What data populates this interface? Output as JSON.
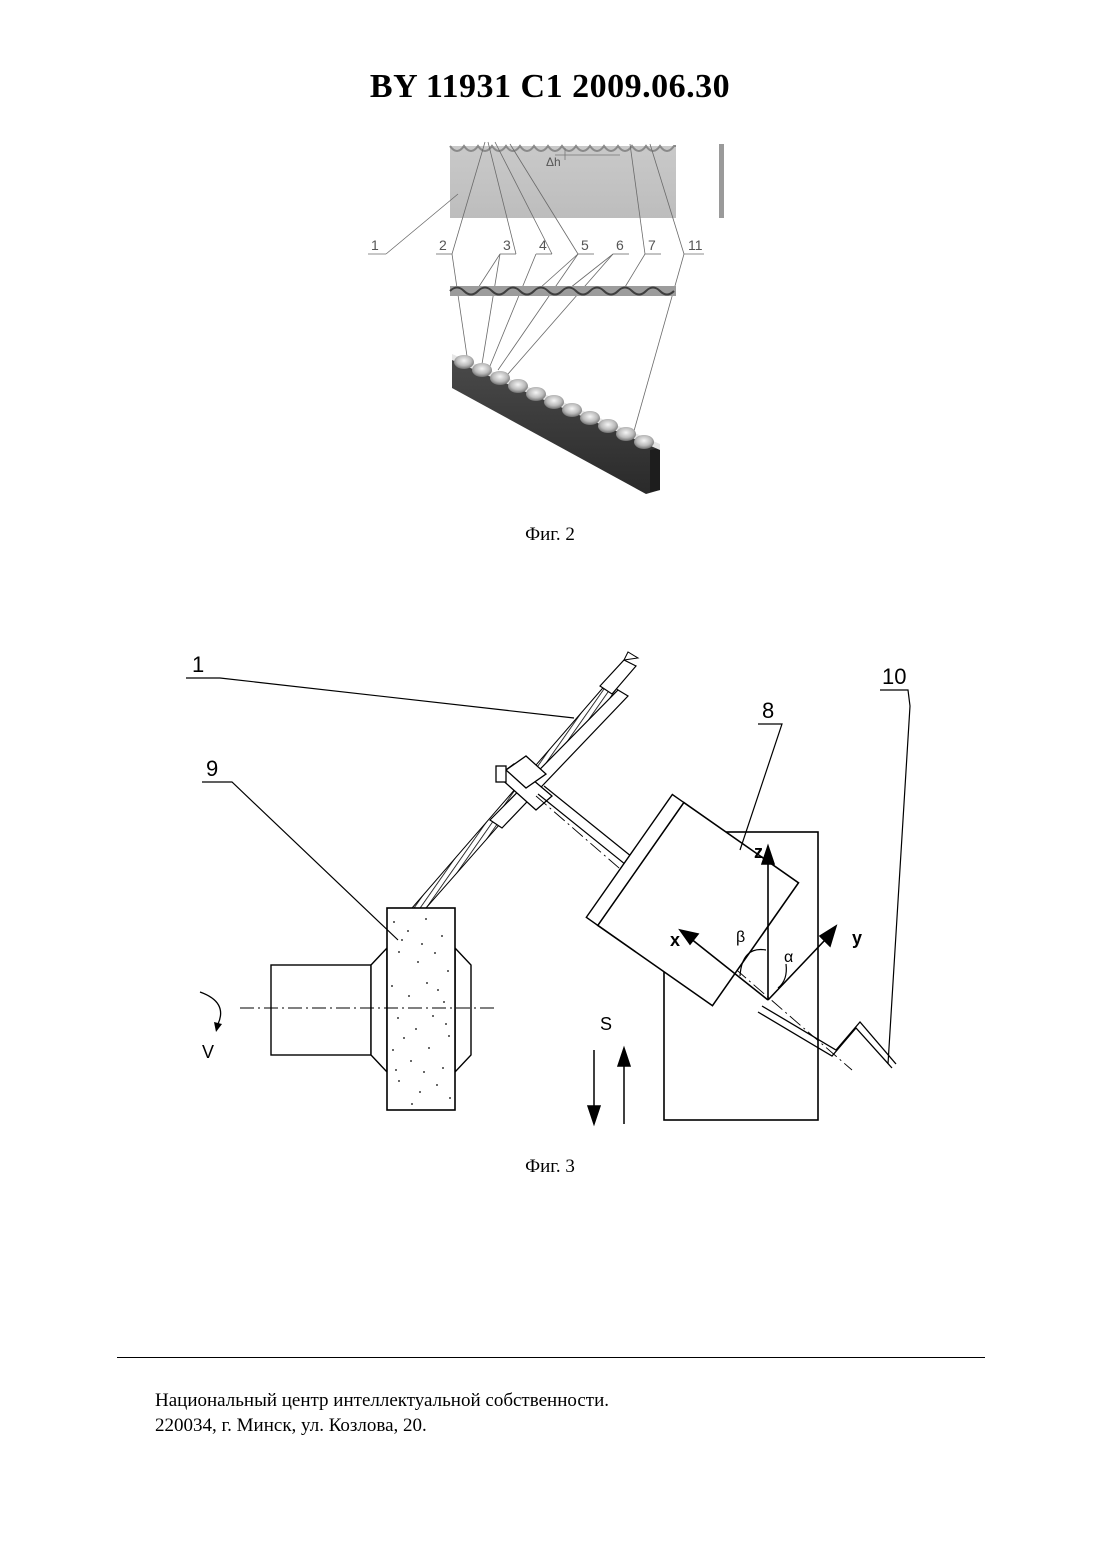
{
  "header": {
    "title": "BY  11931  C1  2009.06.30"
  },
  "figure2": {
    "caption": "Фиг. 2",
    "labels": [
      "1",
      "2",
      "3",
      "4",
      "5",
      "6",
      "7",
      "11"
    ],
    "delta_label": "Δh"
  },
  "figure3": {
    "caption": "Фиг. 3",
    "labels": {
      "part_1": "1",
      "part_8": "8",
      "part_9": "9",
      "part_10": "10"
    },
    "axes": {
      "x": "x",
      "y": "y",
      "z": "z"
    },
    "angles": {
      "alpha": "α",
      "beta": "β"
    },
    "motion": {
      "feed": "S",
      "rotation": "V"
    }
  },
  "footer": {
    "line1": "Национальный центр интеллектуальной собственности.",
    "line2": "220034, г. Минск, ул. Козлова, 20."
  }
}
